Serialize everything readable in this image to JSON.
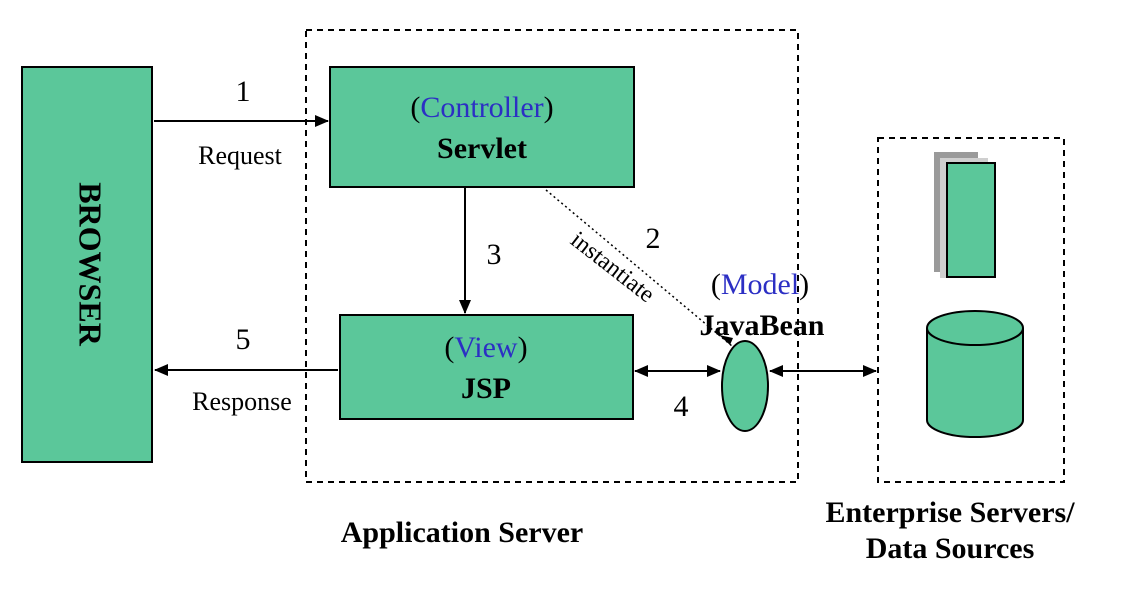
{
  "colors": {
    "component_fill": "#5bc79a",
    "outline": "#000000",
    "role_text": "#2c2fc4"
  },
  "browser": {
    "label": "BROWSER"
  },
  "controller": {
    "role": "Controller",
    "name": "Servlet"
  },
  "view": {
    "role": "View",
    "name": "JSP"
  },
  "model": {
    "role": "Model",
    "name": "JavaBean"
  },
  "steps": {
    "s1": "1",
    "s1_label": "Request",
    "s2": "2",
    "s2_label": "instantiate",
    "s3": "3",
    "s4": "4",
    "s5": "5",
    "s5_label": "Response"
  },
  "containers": {
    "app_server": "Application Server",
    "enterprise_line1": "Enterprise Servers/",
    "enterprise_line2": "Data Sources"
  }
}
